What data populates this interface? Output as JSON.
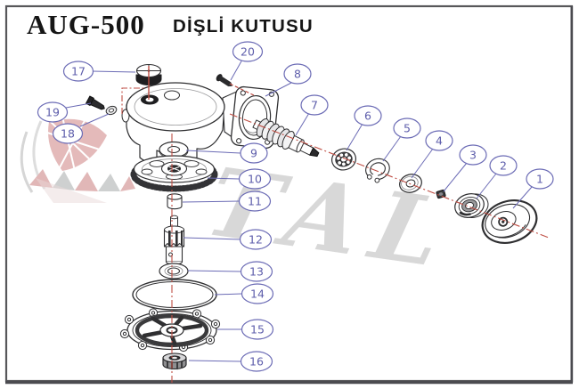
{
  "header": {
    "model": "AUG-500",
    "title": "DİŞLİ KUTUSU"
  },
  "watermark": {
    "text": "TAL"
  },
  "colors": {
    "ink": "#2f2f31",
    "callout_blue": "#6b6bb5",
    "callout_text": "#5d5dab",
    "centerline_red": "#bf4e44",
    "frame_gray": "#57575a",
    "watermark_gray": "#d8d8d8",
    "watermark_red": "#cf8383"
  },
  "diagram": {
    "type": "exploded-parts-diagram",
    "callouts": [
      "1",
      "2",
      "3",
      "4",
      "5",
      "6",
      "7",
      "8",
      "9",
      "10",
      "11",
      "12",
      "13",
      "14",
      "15",
      "16",
      "17",
      "18",
      "19",
      "20"
    ]
  }
}
